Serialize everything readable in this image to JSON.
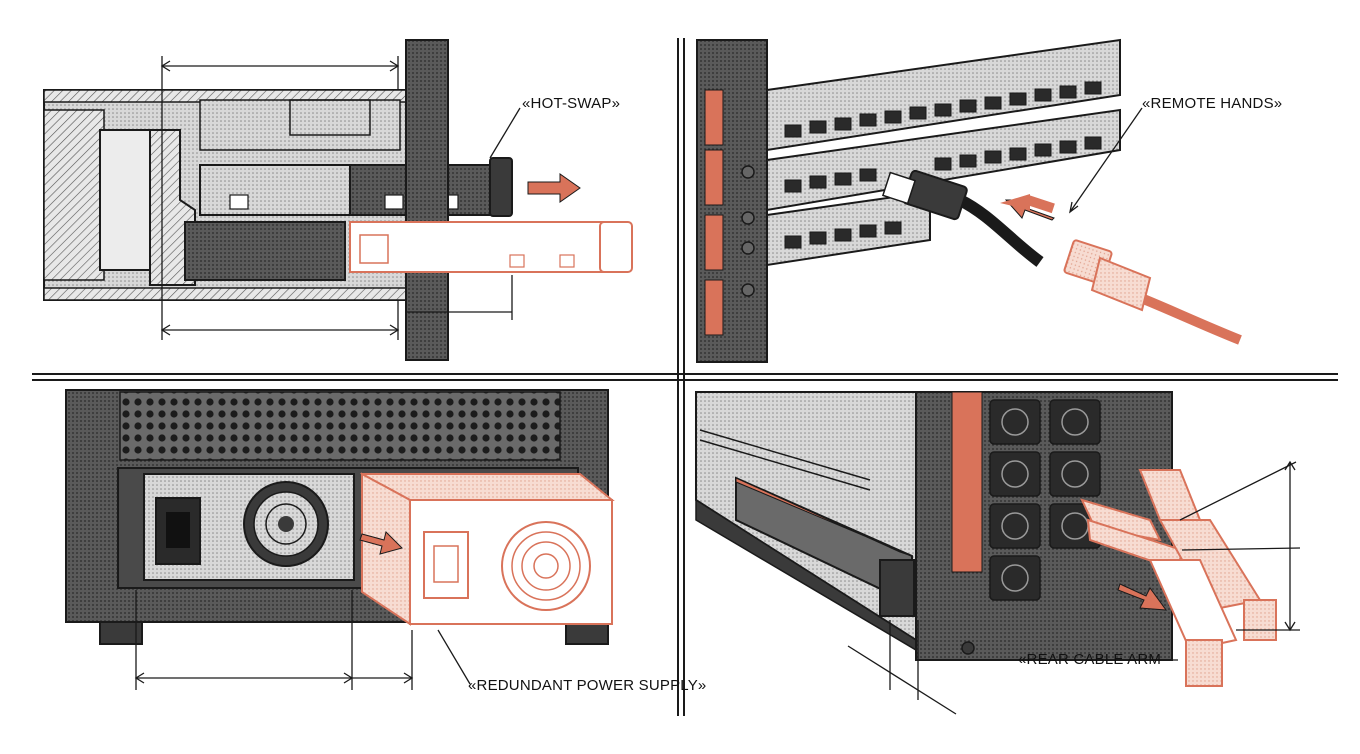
{
  "labels": {
    "hot_swap": "«HOT-SWAP»",
    "remote_hands": "«REMOTE HANDS»",
    "redundant_power_supply": "«REDUNDANT POWER SUPPLY»",
    "rear_cable_arm": "«REAR CABLE ARM"
  },
  "colors": {
    "accent": "#d9735a",
    "accent_fill": "#f7dcd2",
    "ink": "#1a1a1a",
    "dark_metal": "#3a3a3a",
    "mid_metal": "#6a6a6a",
    "light_metal": "#b8b8b8",
    "paper": "#ffffff"
  },
  "panels": [
    {
      "id": "hot-swap-drive",
      "caption_key": "hot_swap"
    },
    {
      "id": "patch-panel",
      "caption_key": "remote_hands"
    },
    {
      "id": "power-supply",
      "caption_key": "redundant_power_supply"
    },
    {
      "id": "cable-arm",
      "caption_key": "rear_cable_arm"
    }
  ]
}
